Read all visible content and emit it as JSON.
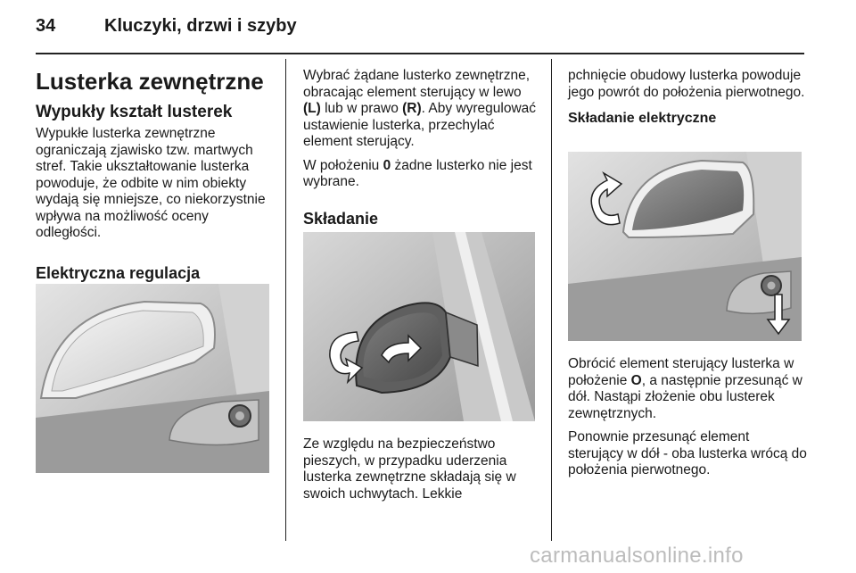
{
  "header": {
    "page_number": "34",
    "title": "Kluczyki, drzwi i szyby"
  },
  "col1": {
    "heading": "Lusterka zewnętrzne",
    "subheading": "Wypukły kształt lusterek",
    "para": "Wypukłe lusterka zewnętrzne ograniczają zjawisko tzw. martwych stref. Takie ukształtowanie lusterka powoduje, że odbite w nim obiekty wydają się mniejsze, co niekorzystnie wpływa na możliwość oceny odległości.",
    "section_heading": "Elektryczna regulacja"
  },
  "col2": {
    "p1_a": "Wybrać żądane lusterko zewnętrzne, obracając element sterujący w lewo",
    "p1_L": "(L)",
    "p1_b": "lub w prawo",
    "p1_R": "(R)",
    "p1_c": ". Aby wyregulować ustawienie lusterka, przechylać element sterujący.",
    "p2_a": "W położeniu",
    "p2_0": "0",
    "p2_b": "żadne lusterko nie jest wybrane.",
    "heading": "Składanie",
    "p3": "Ze względu na bezpieczeństwo pieszych, w przypadku uderzenia lusterka zewnętrzne składają się w swoich uchwytach. Lekkie"
  },
  "col3": {
    "p1": "pchnięcie obudowy lusterka powoduje jego powrót do położenia pierwotnego.",
    "heading": "Składanie elektryczne",
    "p2_a": "Obrócić element sterujący lusterka w położenie",
    "p2_O": "O",
    "p2_b": ", a następnie przesunąć w dół. Nastąpi złożenie obu lusterek zewnętrznych.",
    "p3": "Ponownie przesunąć element sterujący w dół - oba lusterka wrócą do położenia pierwotnego."
  },
  "footer": {
    "watermark": "carmanualsonline.info"
  }
}
